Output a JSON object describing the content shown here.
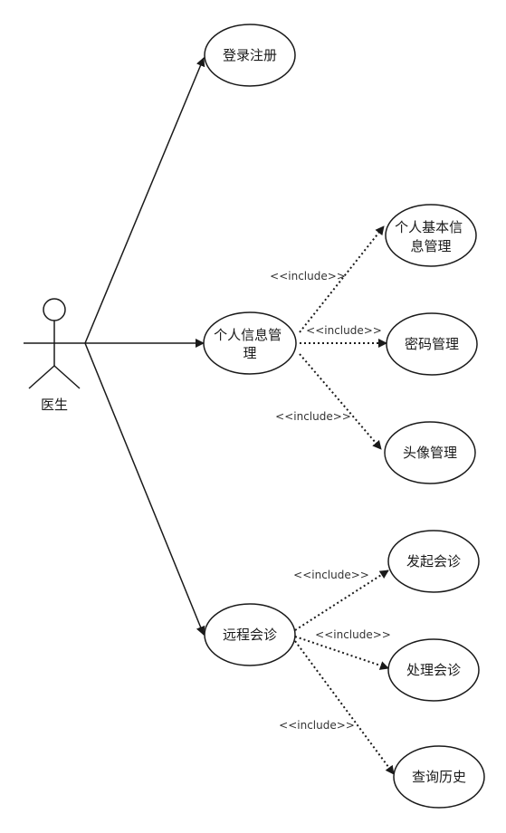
{
  "actor": {
    "name": "医生"
  },
  "use_cases": {
    "login": {
      "lines": [
        "登录注册"
      ]
    },
    "personal_info": {
      "lines": [
        "个人信息管",
        "理"
      ]
    },
    "basic_info": {
      "lines": [
        "个人基本信",
        "息管理"
      ]
    },
    "password": {
      "lines": [
        "密码管理"
      ]
    },
    "avatar": {
      "lines": [
        "头像管理"
      ]
    },
    "consultation": {
      "lines": [
        "远程会诊"
      ]
    },
    "start_consult": {
      "lines": [
        "发起会诊"
      ]
    },
    "handle_consult": {
      "lines": [
        "处理会诊"
      ]
    },
    "history": {
      "lines": [
        "查询历史"
      ]
    }
  },
  "include_label": "<<include>>",
  "colors": {
    "stroke": "#1a1a1a",
    "background": "#ffffff"
  }
}
